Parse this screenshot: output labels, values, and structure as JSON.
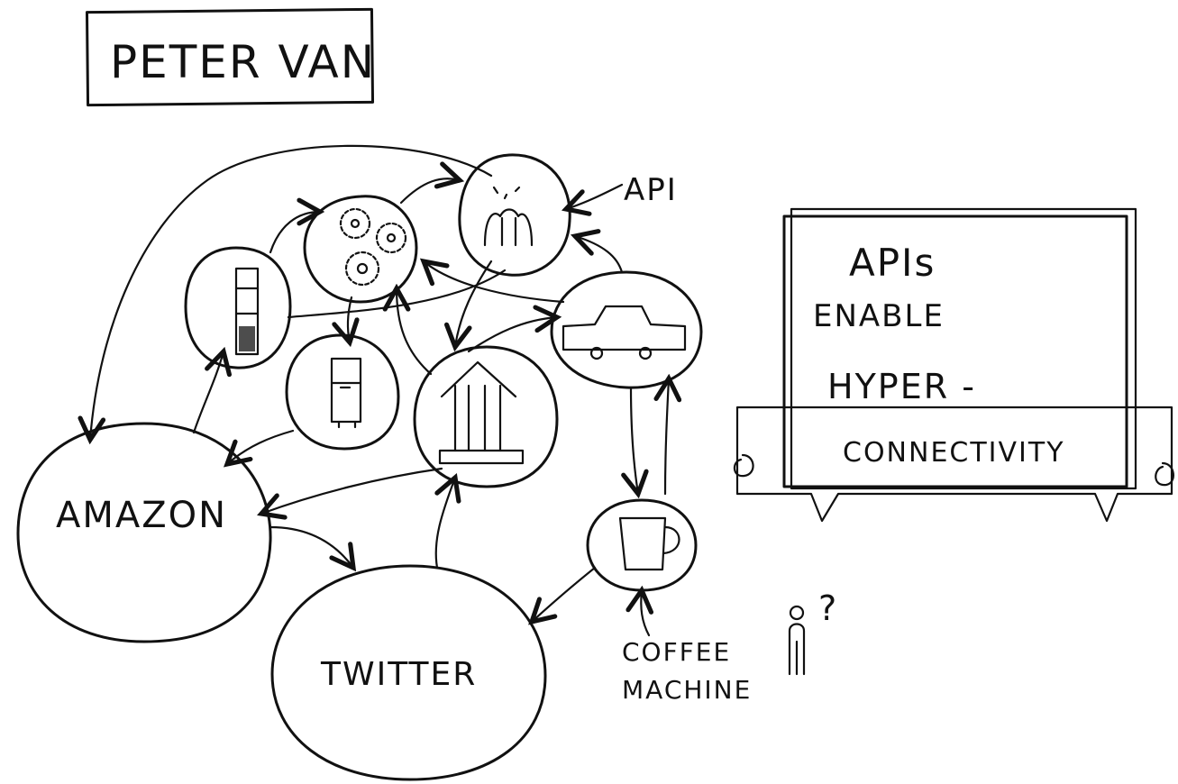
{
  "title": "PETER VAN",
  "nodes": {
    "amazon": "AMAZON",
    "twitter": "TWITTER",
    "api_label": "API",
    "coffee_line1": "COFFEE",
    "coffee_line2": "MACHINE",
    "question": "?"
  },
  "board": {
    "line1": "APIs",
    "line2": "ENABLE",
    "line3": "HYPER -",
    "line4": "CONNECTIVITY"
  },
  "icons": [
    "phone-icon",
    "gears-icon",
    "api-face-icon",
    "fridge-icon",
    "house-icon",
    "car-icon",
    "coffee-cup-icon",
    "person-icon"
  ]
}
